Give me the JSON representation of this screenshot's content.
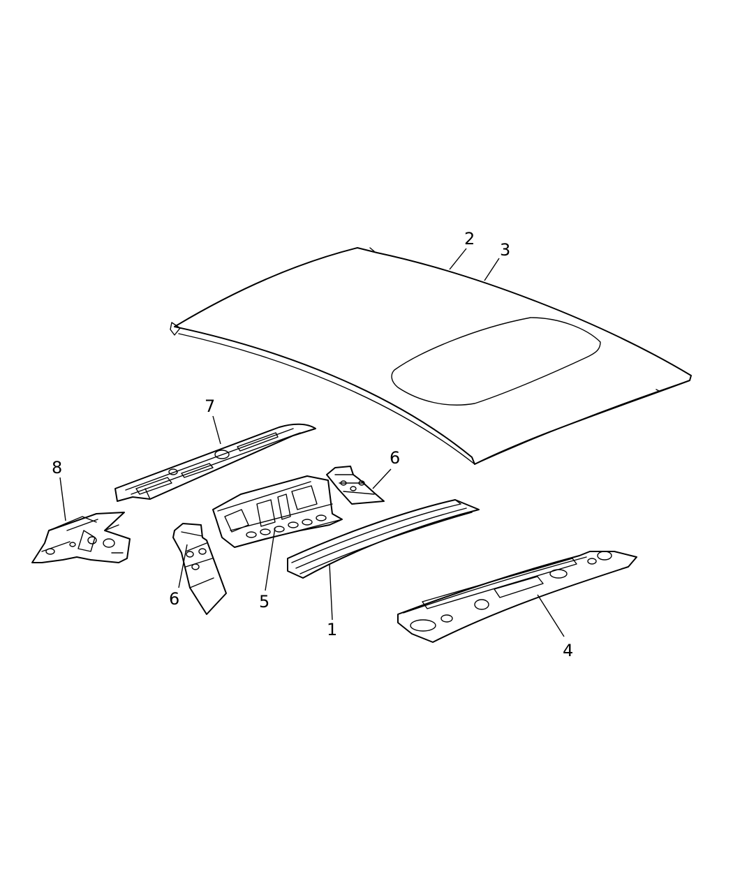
{
  "diagram": {
    "callouts": {
      "c1": "1",
      "c2": "2",
      "c3": "3",
      "c4": "4",
      "c5": "5",
      "c6a": "6",
      "c6b": "6",
      "c7": "7",
      "c8": "8"
    }
  }
}
